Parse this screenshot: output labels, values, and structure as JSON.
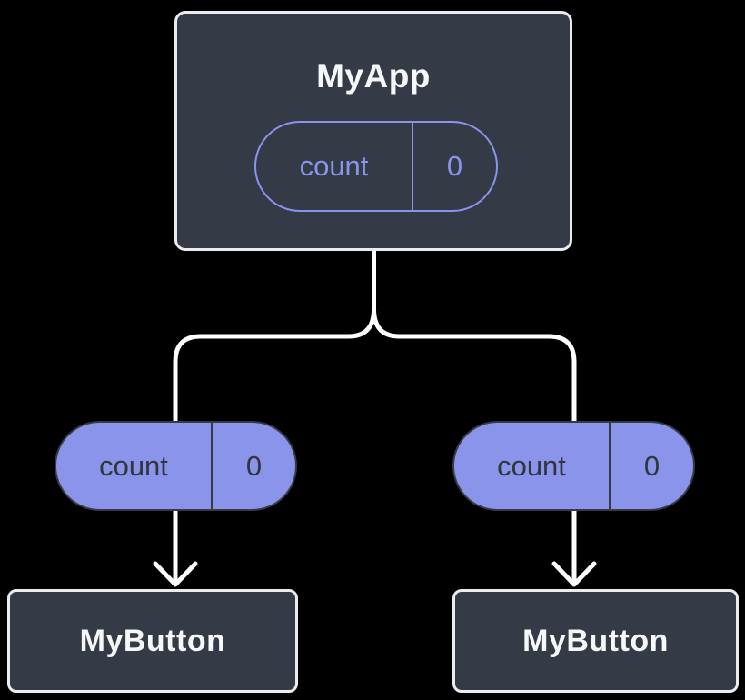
{
  "diagram": {
    "root": {
      "title": "MyApp",
      "state_pill": {
        "name": "count",
        "value": "0"
      }
    },
    "branches": [
      {
        "prop_pill": {
          "name": "count",
          "value": "0"
        },
        "child": {
          "title": "MyButton"
        }
      },
      {
        "prop_pill": {
          "name": "count",
          "value": "0"
        },
        "child": {
          "title": "MyButton"
        }
      }
    ]
  },
  "colors": {
    "background": "#000000",
    "node_fill": "#343A46",
    "node_border": "#EBECF0",
    "node_text": "#F6F7F9",
    "accent_purple": "#8A94EB",
    "pill_fill": "#8A94EB",
    "pill_dark_border": "#353B45",
    "pill_dark_text": "#30353E",
    "connector": "#FFFFFF"
  }
}
